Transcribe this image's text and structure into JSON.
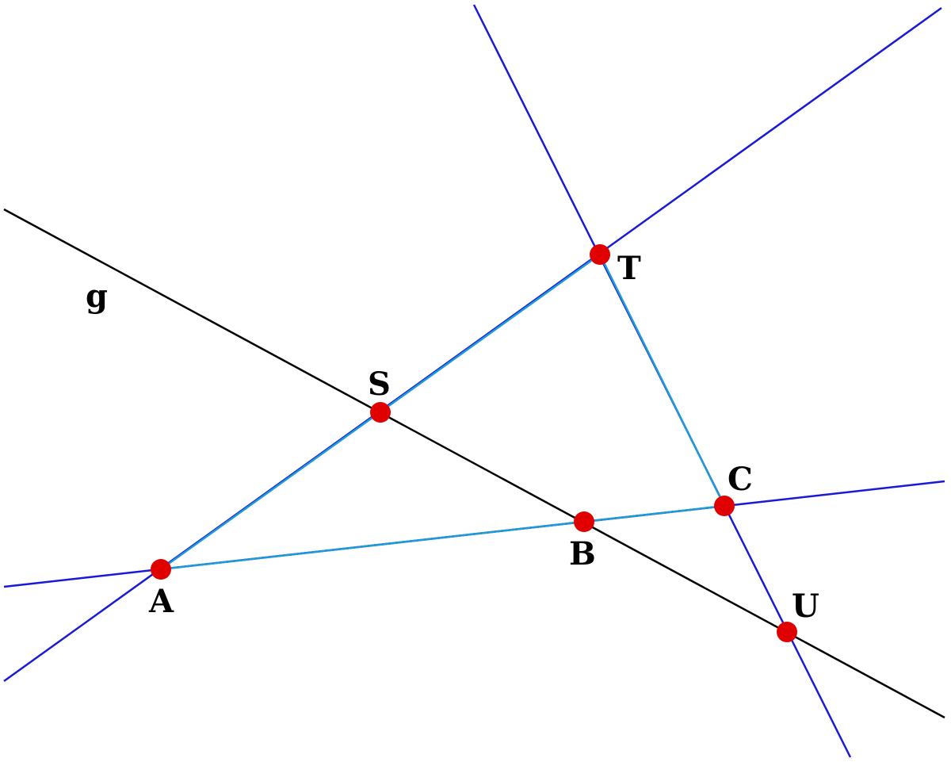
{
  "diagram": {
    "colors": {
      "line_g": "#000000",
      "line_extension": "#1a1ad6",
      "segment": "#1e9ad6",
      "point": "#e00000"
    },
    "labels": {
      "g": "g",
      "S": "S",
      "T": "T",
      "A": "A",
      "B": "B",
      "C": "C",
      "U": "U"
    }
  }
}
